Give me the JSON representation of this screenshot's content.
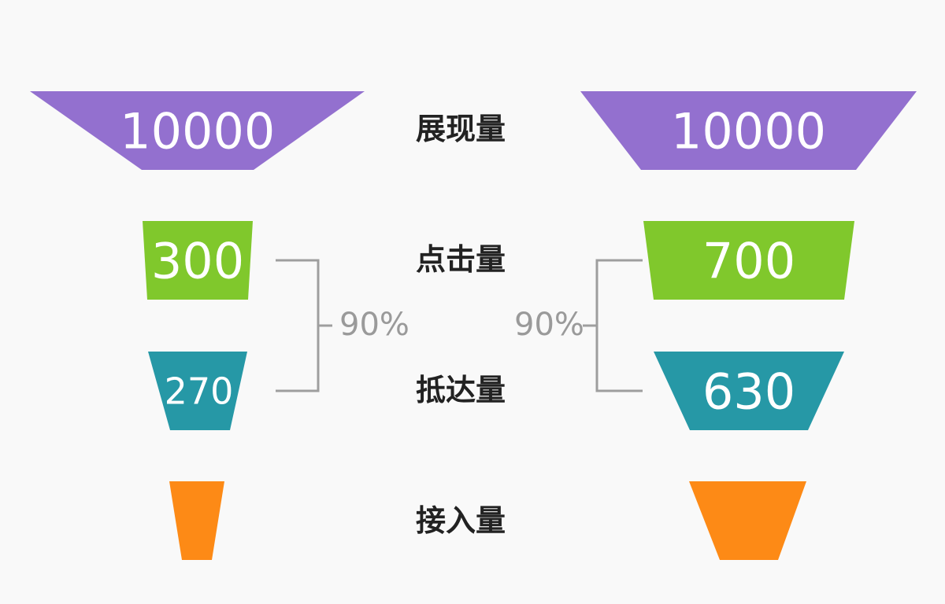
{
  "chart_data": {
    "type": "funnel",
    "stages": [
      "展现量",
      "点击量",
      "抵达量",
      "接入量"
    ],
    "funnels": [
      {
        "values": [
          10000,
          300,
          270,
          null
        ],
        "value_labels": [
          "10000",
          "300",
          "270",
          ""
        ],
        "conversion": {
          "from_stage": 1,
          "to_stage": 2,
          "label": "90%"
        }
      },
      {
        "values": [
          10000,
          700,
          630,
          null
        ],
        "value_labels": [
          "10000",
          "700",
          "630",
          ""
        ],
        "conversion": {
          "from_stage": 1,
          "to_stage": 2,
          "label": "90%"
        }
      }
    ],
    "colors": [
      "#9370cf",
      "#80c82c",
      "#2698a6",
      "#fd8a16"
    ],
    "bracket_color": "#9e9e9e"
  }
}
